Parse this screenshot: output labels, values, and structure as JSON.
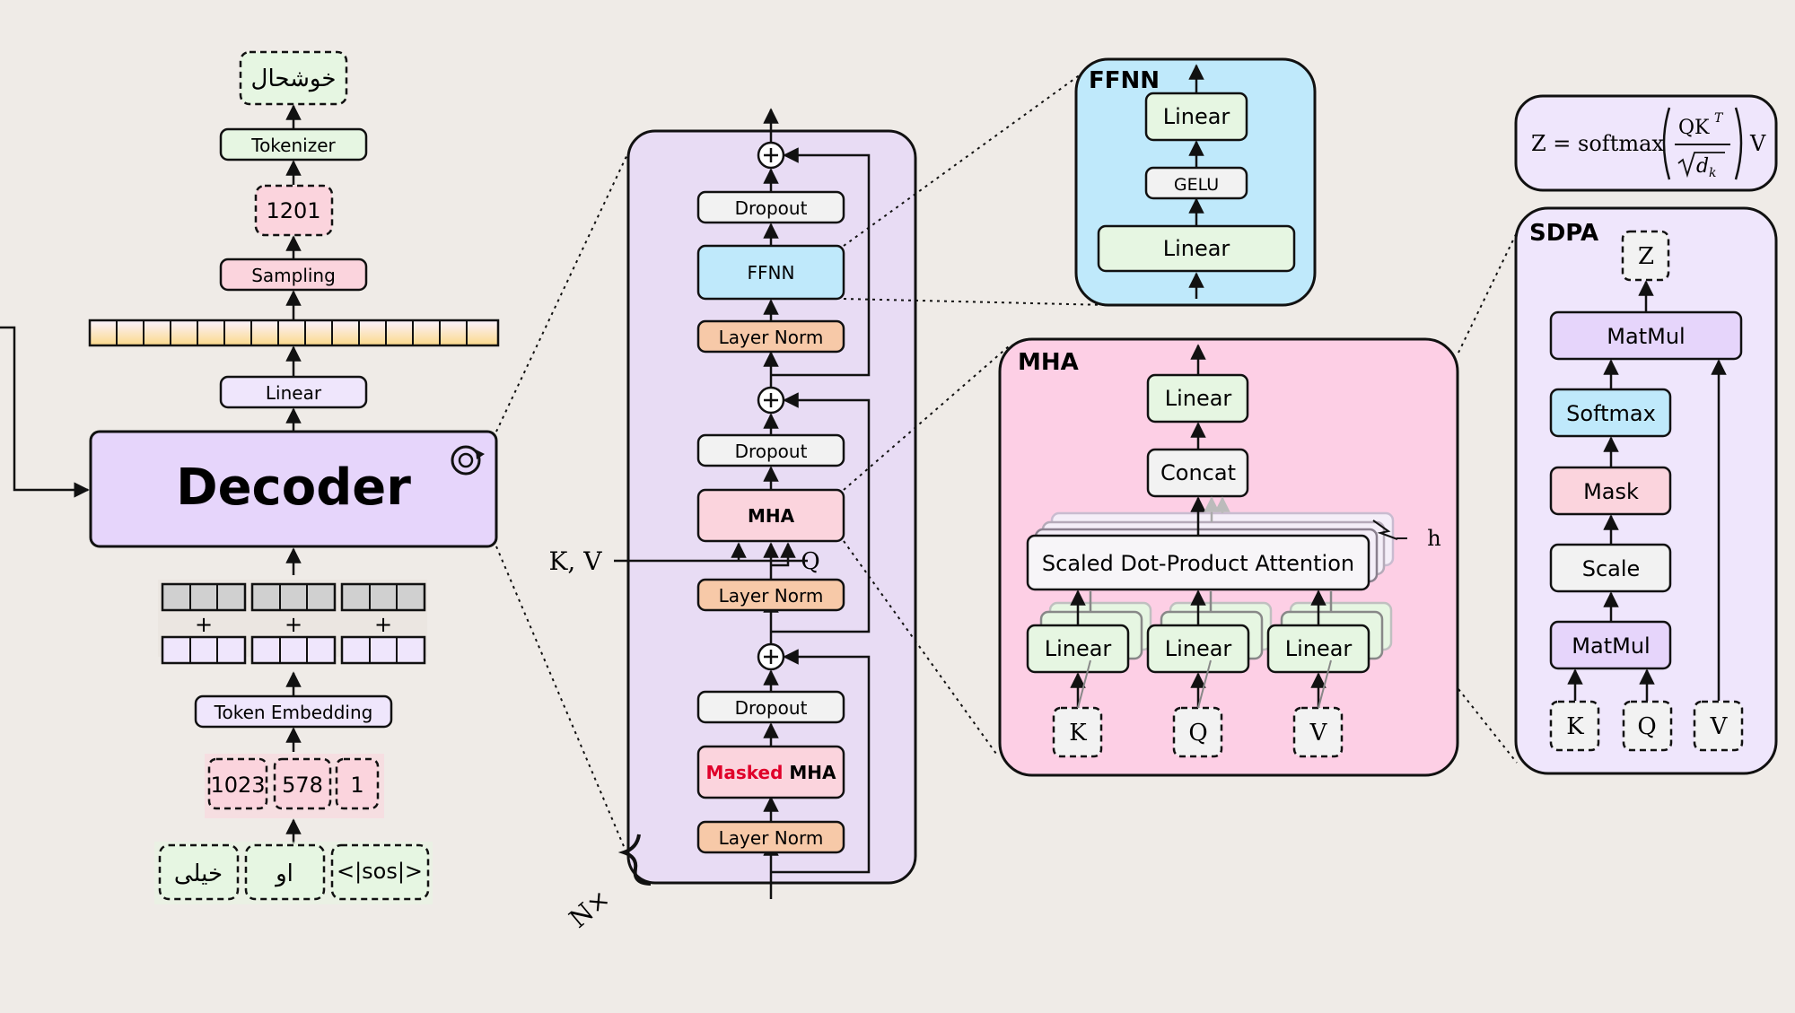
{
  "left": {
    "output_word": "خوشحال",
    "tokenizer": "Tokenizer",
    "token_id": "1201",
    "sampling": "Sampling",
    "linear": "Linear",
    "decoder": "Decoder",
    "plus": "+",
    "token_embedding": "Token Embedding",
    "input_ids": [
      "1023",
      "578",
      "1"
    ],
    "input_words": [
      "خیلی",
      "او",
      "<|sos|>"
    ]
  },
  "decoder_block": {
    "dropout": "Dropout",
    "ffnn": "FFNN",
    "layer_norm": "Layer Norm",
    "mha": "MHA",
    "masked_prefix": "Masked",
    "kv_label": "K, V",
    "q_label": "Q",
    "repeat_label": "N×"
  },
  "ffnn_panel": {
    "title": "FFNN",
    "linear_top": "Linear",
    "activation": "GELU",
    "linear_bottom": "Linear"
  },
  "mha_panel": {
    "title": "MHA",
    "linear_out": "Linear",
    "concat": "Concat",
    "sdpa": "Scaled Dot-Product Attention",
    "heads_label": "h",
    "linear_labels": [
      "Linear",
      "Linear",
      "Linear"
    ],
    "inputs": [
      "K",
      "Q",
      "V"
    ]
  },
  "formula": {
    "lhs": "Z = softmax",
    "numerator": "QK",
    "superscript": "T",
    "denominator": "d",
    "subscript": "k",
    "rhs": "V"
  },
  "sdpa_panel": {
    "title": "SDPA",
    "output": "Z",
    "matmul_top": "MatMul",
    "softmax": "Softmax",
    "mask": "Mask",
    "scale": "Scale",
    "matmul_bottom": "MatMul",
    "inputs": [
      "K",
      "Q",
      "V"
    ]
  },
  "colors": {
    "background": "#efebe7",
    "decoder": "#e6d5fb",
    "green": "#e6f6e2",
    "pink": "#fbd4dd",
    "orange": "#f7c9a8",
    "blue": "#bfe9fb",
    "lavender_panel": "#e8dcf4",
    "pink_panel": "#fdcfe5",
    "masked_red": "#e0002a"
  }
}
